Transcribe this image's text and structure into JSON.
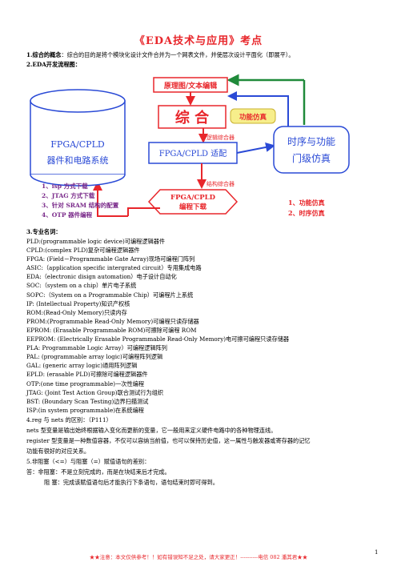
{
  "title": "《EDA技术与应用》考点",
  "intro": {
    "item1_head": "1.综合的概念",
    "item1_body": "：综合的目的是将个模块化设计文件合并为一个网表文件，并使层次设计平面化（即展平）。",
    "item2": "2.EDA开发流程图："
  },
  "diagram": {
    "schematic": "原理图/文本编辑",
    "synthesis": "综 合",
    "func_sim": "功能仿真",
    "logic_synth": "逻辑综合器",
    "fit": "FPGA/CPLD 适配",
    "struct_synth": "结构综合器",
    "download_line1": "FPGA/CPLD",
    "download_line2": "编程下载",
    "system_line1": "FPGA/CPLD",
    "system_line2": "器件和电路系统",
    "timing_line1": "时序与功能",
    "timing_line2": "门级仿真",
    "left_notes": [
      "1、isp 方式下载",
      "2、JTAG 方式下载",
      "3、针对 SRAM 结构的配置",
      "4、OTP 器件编程"
    ],
    "right_notes": [
      "1、功能仿真",
      "2、时序仿真"
    ]
  },
  "section3": "3.专业名词：",
  "terms": [
    "PLD:(programmable logic device)可编程逻辑器件",
    "CPLD:(complex PLD)复杂可编程逻辑器件",
    "FPGA: (Field－Programmable Gate Array)现场可编程门阵列",
    "ASIC:（application specific intergrated circuit）专用集成电路",
    "EDA:（electronic disign automation）电子设计自动化",
    "SOC:（system on a chip）单片电子系统",
    "SOPC:（System on a Programmable Chip）可编程片上系统",
    "IP: (Intellectual Property)知识产权核",
    "ROM:(Read-Only Memory)只读内存",
    "PROM:(Programmable Read-Only Memory)可编程只读存储器",
    "EPROM: (Erasable Programmable ROM)可擦除可编程 ROM",
    "EEPROM: (Electrically Erasable Programmable Read-Only Memory)电可擦可编程只读存储器",
    "PLA: Programmable Logic Array）可编程逻辑阵列",
    "PAL: (programmable array logic)可编程阵列逻辑",
    "GAL: (generic array logic)通用阵列逻辑",
    "EPLD: (erasable PLD)可擦除可编程逻辑器件",
    "OTP:(one time programmable)一次性编程",
    "JTAG: (Joint Test Action Group)联合测试行为组织",
    "BST: (Boundary Scan Testing)边界扫描测试",
    "ISP:(in system programmable)在系统编程"
  ],
  "item4": "4.reg 与 nets 的区别：（P111）",
  "nets_text": "nets 型变量是输出始终根据输入变化而更新的变量，它一般用来定义硬件电路中的各种物理连线。",
  "register_line1": "register 型变量是一种数值容器，不仅可以容纳当前值，也可以保持历史值，这一属性与触发器或寄存器的记忆",
  "register_line2": "功能有很好的对应关系。",
  "item5": "5.非阻塞（<=）与阻塞（=）赋值语句的差别：",
  "answer1": "答：非阻塞：不是立刻完成的，而是在块结束后才完成。",
  "answer2": "阻  塞：完成该赋值语句后才能执行下条语句，语句结束时即可得到。",
  "footer": "★★注意：本文仅供参考！！如有错误知不足之处，请大家更正！----------电信 082   潘其君★★",
  "page_number": "1",
  "colors": {
    "red": "#e8262b",
    "blue": "#2a4ad6",
    "green": "#1f8a3a",
    "purple": "#7a2a8a"
  }
}
